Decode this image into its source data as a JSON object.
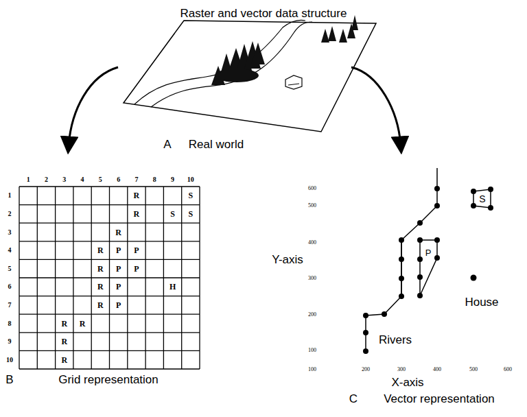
{
  "diagram": {
    "title": "Raster and vector data structure",
    "labels": [
      "A",
      "Real world",
      "1",
      "2",
      "3",
      "4",
      "5",
      "6",
      "7",
      "8",
      "9",
      "10",
      "1",
      "2",
      "3",
      "4",
      "5",
      "6",
      "7",
      "8",
      "9",
      "10",
      "R",
      "S",
      "R",
      "S",
      "S",
      "R",
      "R",
      "P",
      "P",
      "R",
      "P",
      "P",
      "R",
      "P",
      "H",
      "R",
      "P",
      "R",
      "R",
      "R",
      "R",
      "B",
      "Grid representation",
      "600",
      "500",
      "400",
      "300",
      "200",
      "100",
      "100",
      "200",
      "300",
      "400",
      "500",
      "600",
      "Y-axis",
      "X-axis",
      "Rivers",
      "House",
      "S",
      "P",
      "C",
      "Vector representation"
    ]
  }
}
